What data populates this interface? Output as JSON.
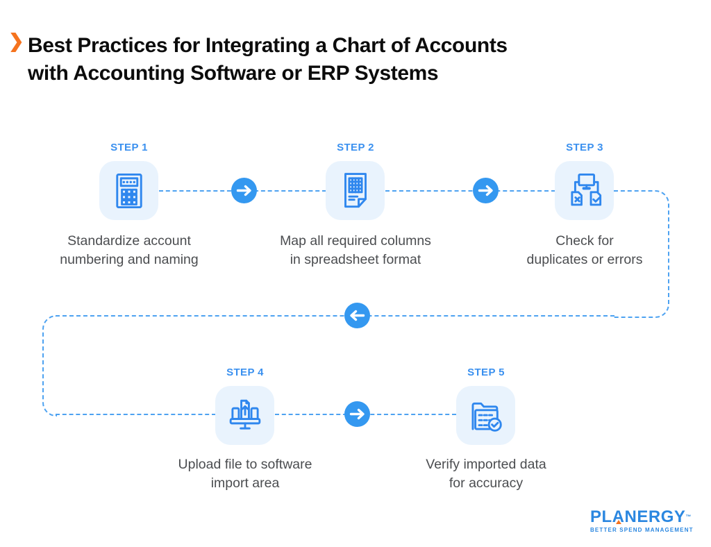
{
  "header": {
    "chevron": "❯",
    "title_line1": "Best Practices for Integrating a Chart of Accounts",
    "title_line2": "with Accounting Software or ERP Systems"
  },
  "steps": [
    {
      "label": "STEP 1",
      "icon": "calculator-icon",
      "desc_line1": "Standardize account",
      "desc_line2": "numbering and naming"
    },
    {
      "label": "STEP 2",
      "icon": "spreadsheet-document-icon",
      "desc_line1": "Map all required columns",
      "desc_line2": "in spreadsheet format"
    },
    {
      "label": "STEP 3",
      "icon": "duplicate-check-documents-icon",
      "desc_line1": "Check for",
      "desc_line2": "duplicates or errors"
    },
    {
      "label": "STEP 4",
      "icon": "upload-to-computer-icon",
      "desc_line1": "Upload file to software",
      "desc_line2": "import area"
    },
    {
      "label": "STEP 5",
      "icon": "folder-verified-icon",
      "desc_line1": "Verify imported data",
      "desc_line2": "for accuracy"
    }
  ],
  "logo": {
    "brand_pre": "PL",
    "brand_a": "A",
    "brand_post": "NERGY",
    "trademark": "™",
    "tagline": "BETTER SPEND MANAGEMENT"
  },
  "colors": {
    "accent_blue": "#3498f0",
    "icon_stroke_blue": "#2f87ee",
    "dash_blue": "#4da2f1",
    "step_label_blue": "#3a90ef",
    "tile_background": "#e9f3fd",
    "title_black": "#0c0c0c",
    "description_gray": "#4b4d50",
    "logo_blue": "#2b87e0",
    "brand_orange": "#f5731e"
  }
}
